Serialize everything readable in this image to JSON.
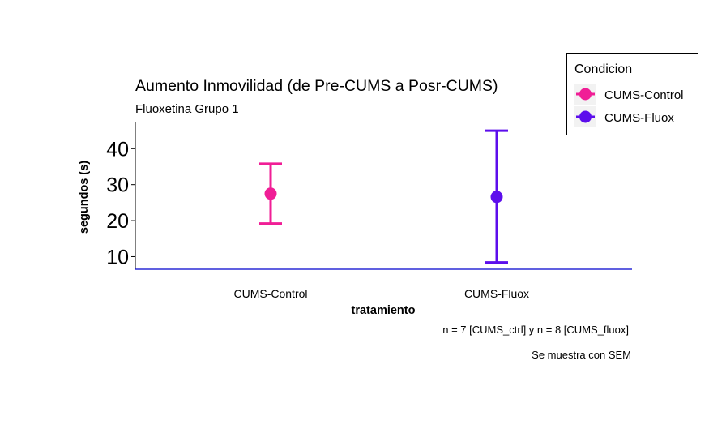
{
  "chart_data": {
    "type": "scatter",
    "title": "Aumento Inmovilidad (de Pre-CUMS a Posr-CUMS)",
    "subtitle": "Fluoxetina Grupo 1",
    "xlabel": "tratamiento",
    "ylabel": "segundos (s)",
    "ylim": [
      6.5,
      47.5
    ],
    "yticks": [
      "10",
      "20",
      "30",
      "40"
    ],
    "categories": [
      "CUMS-Control",
      "CUMS-Fluox"
    ],
    "series": [
      {
        "category": "CUMS-Control",
        "mean": 27.5,
        "lower": 19.2,
        "upper": 35.8,
        "color": "#F01E96"
      },
      {
        "category": "CUMS-Fluox",
        "mean": 26.6,
        "lower": 8.4,
        "upper": 45.0,
        "color": "#5C0EEC"
      }
    ],
    "captions": [
      "n = 7  [CUMS_ctrl] y n = 8 [CUMS_fluox]",
      "Se muestra con SEM"
    ],
    "legend": {
      "title": "Condicion",
      "entries": [
        {
          "label": "CUMS-Control",
          "color": "#F01E96"
        },
        {
          "label": "CUMS-Fluox",
          "color": "#5C0EEC"
        }
      ],
      "position": "top-right"
    },
    "axis_color": "#0000CD",
    "grid": false
  }
}
